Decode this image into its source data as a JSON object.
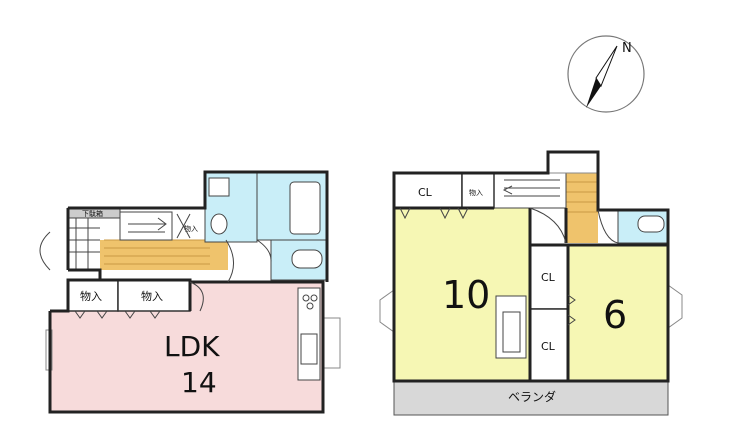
{
  "compass": {
    "north_label": "N"
  },
  "floor1": {
    "ldk_label": "LDK",
    "ldk_size": "14",
    "storage_left_label": "物入",
    "storage_right_label": "物入",
    "stair_storage_label": "物入",
    "shoe_storage_label": "下駄箱"
  },
  "floor2": {
    "room_large_size": "10",
    "room_small_size": "6",
    "closet_top_label": "CL",
    "closet_mid_label": "CL",
    "closet_bottom_label": "CL",
    "stair_storage_label": "物入",
    "veranda_label": "ベランダ"
  },
  "colors": {
    "ldk_fill": "#f7dbdb",
    "room_fill": "#f6f7b4",
    "wet_fill": "#c9eef8",
    "stair_fill": "#efc36c",
    "veranda_fill": "#d8d8d8",
    "wall": "#222222"
  }
}
